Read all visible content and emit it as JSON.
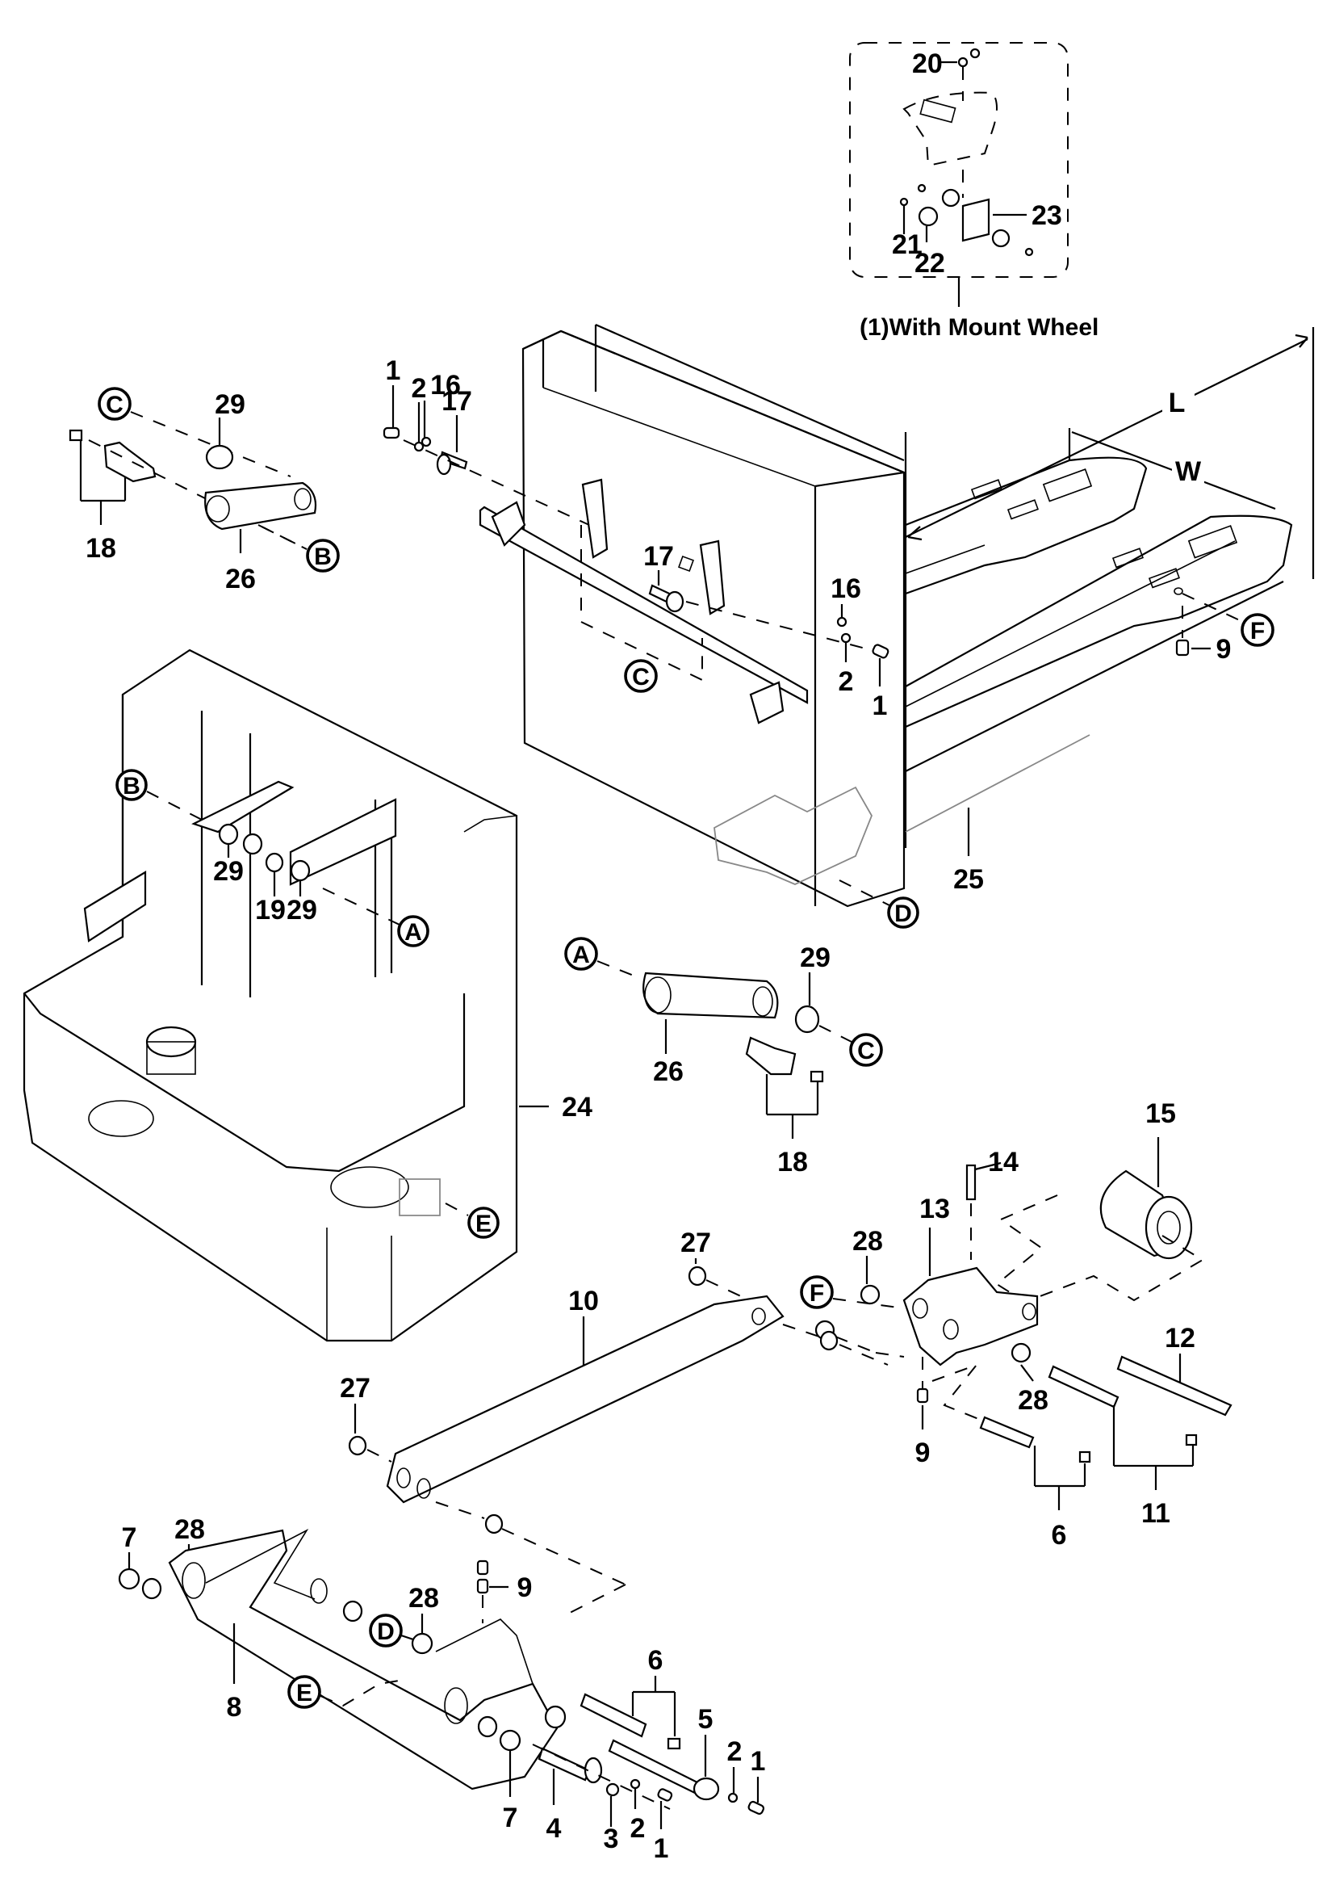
{
  "diagram": {
    "title": "Frame and Fork Assembly (exploded parts view)",
    "inset_caption": "(1)With Mount Wheel",
    "dimensions": {
      "length": "L",
      "width": "W"
    },
    "reference_circles": [
      "A",
      "B",
      "C",
      "D",
      "E",
      "F"
    ],
    "callouts": {
      "inset_20": "20",
      "inset_21": "21",
      "inset_22": "22",
      "inset_23": "23",
      "arm_left_29": "29",
      "arm_left_18": "18",
      "arm_left_26": "26",
      "top_1": "1",
      "top_2": "2",
      "top_16": "16",
      "top_17": "17",
      "mid_17": "17",
      "mid_16": "16",
      "mid_2": "2",
      "mid_1": "1",
      "fork_9": "9",
      "fork_25": "25",
      "frame_29a": "29",
      "frame_19": "19",
      "frame_29b": "29",
      "frame_24": "24",
      "arm_right_29": "29",
      "arm_right_26": "26",
      "arm_right_18": "18",
      "wheel_14": "14",
      "wheel_15": "15",
      "wheel_13": "13",
      "wheel_28a": "28",
      "wheel_12": "12",
      "wheel_28b": "28",
      "wheel_9": "9",
      "wheel_6": "6",
      "wheel_11": "11",
      "rod_27a": "27",
      "rod_10": "10",
      "rod_27b": "27",
      "axle_7a": "7",
      "axle_28a": "28",
      "axle_8": "8",
      "axle_9": "9",
      "axle_28b": "28",
      "axle_6": "6",
      "axle_5": "5",
      "axle_7b": "7",
      "axle_4": "4",
      "axle_3": "3",
      "axle_2a": "2",
      "axle_1a": "1",
      "axle_2b": "2",
      "axle_1b": "1"
    }
  }
}
